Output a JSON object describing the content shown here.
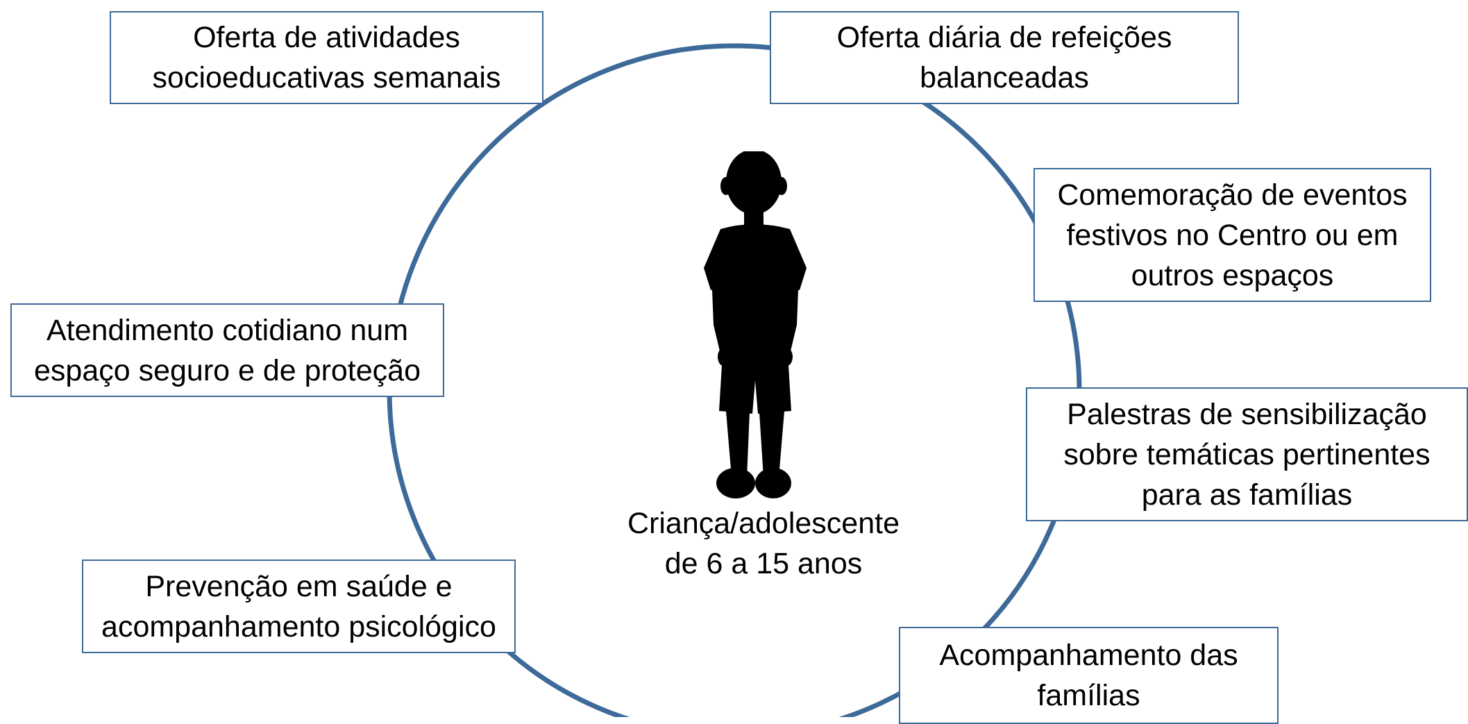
{
  "diagram": {
    "center": {
      "line1": "Criança/adolescente",
      "line2": "de 6 a 15 anos",
      "icon": "child-silhouette-icon"
    },
    "items": [
      {
        "lines": [
          "Oferta de atividades",
          "socioeducativas semanais"
        ]
      },
      {
        "lines": [
          "Oferta diária de refeições",
          "balanceadas"
        ]
      },
      {
        "lines": [
          "Comemoração de eventos",
          "festivos no Centro ou em",
          "outros espaços"
        ]
      },
      {
        "lines": [
          "Atendimento cotidiano num",
          "espaço seguro e de proteção"
        ]
      },
      {
        "lines": [
          "Palestras de sensibilização",
          "sobre temáticas pertinentes",
          "para as famílias"
        ]
      },
      {
        "lines": [
          "Prevenção em saúde e",
          "acompanhamento psicológico"
        ]
      },
      {
        "lines": [
          "Acompanhamento das",
          "famílias"
        ]
      }
    ],
    "colors": {
      "ring": "#3d6a99",
      "box_border": "#3d6a99",
      "silhouette": "#000000"
    }
  }
}
